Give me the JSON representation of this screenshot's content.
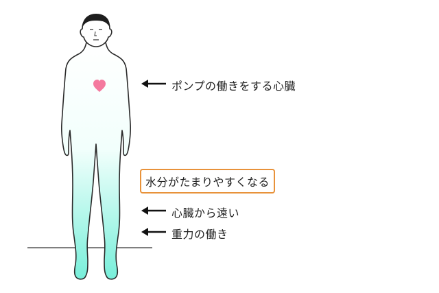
{
  "labels": {
    "heart_pump": "ポンプの働きをする心臓",
    "water_accumulates": "水分がたまりやすくなる",
    "far_from_heart": "心臓から遠い",
    "gravity": "重力の働き"
  },
  "colors": {
    "body_top": "#ffffff",
    "body_bottom": "#7cf0dc",
    "heart": "#f4799e",
    "box_border": "#e8923a",
    "outline": "#2a2a2a"
  },
  "icons": {
    "arrow": "left-arrow",
    "heart": "heart"
  }
}
